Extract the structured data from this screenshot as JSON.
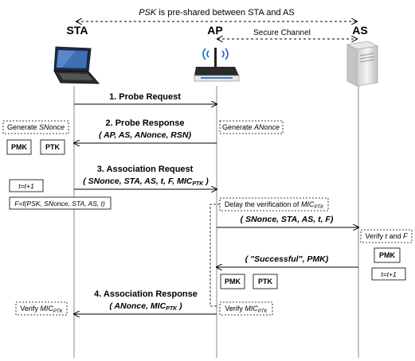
{
  "header": {
    "psk_text_var": "PSK",
    "psk_text_rest": " is pre-shared between STA and AS",
    "secure_channel": "Secure Channel"
  },
  "entities": {
    "sta": "STA",
    "ap": "AP",
    "as": "AS"
  },
  "messages": {
    "m1": "1. Probe Request",
    "m2": "2. Probe Response",
    "m2_params": "( AP, AS, ANonce, RSN)",
    "m3": "3. Association Request",
    "m3_params_a": "( SNonce, STA, AS, t, F, MIC",
    "m3_params_sub": "PTK",
    "m3_params_b": " )",
    "fwd_params": "( SNonce, STA, AS, t, F)",
    "as_reply": "( \"Successful\", PMK)",
    "m4": "4. Association Response",
    "m4_params_a": "( ANonce, MIC",
    "m4_params_sub": "PTK",
    "m4_params_b": " )"
  },
  "notes": {
    "gen_snonce_a": "Generate ",
    "gen_snonce_b": "SNonce",
    "gen_anonce_a": "Generate ",
    "gen_anonce_b": "ANonce",
    "t_inc": "t=t+1",
    "f_formula": "F=f(PSK, SNonce, STA, AS, t)",
    "delay_a": "Delay the verification of ",
    "delay_b": "MIC",
    "delay_sub": "PTK",
    "verify_tf_a": "Verify ",
    "verify_tf_t": "t",
    "verify_tf_and": " and ",
    "verify_tf_f": "F",
    "t_inc_as": "t=t+1",
    "verify_sta_a": "Verify ",
    "verify_sta_b": "MIC",
    "verify_sta_sub": "PTK",
    "verify_ap_a": "Verify ",
    "verify_ap_b": "MIC",
    "verify_ap_sub": "PTK"
  },
  "boxes": {
    "pmk_sta": "PMK",
    "ptk_sta": "PTK",
    "pmk_ap": "PMK",
    "ptk_ap": "PTK",
    "pmk_as": "PMK"
  },
  "icons": {
    "sta": "laptop-icon",
    "ap": "router-icon",
    "as": "server-icon"
  }
}
